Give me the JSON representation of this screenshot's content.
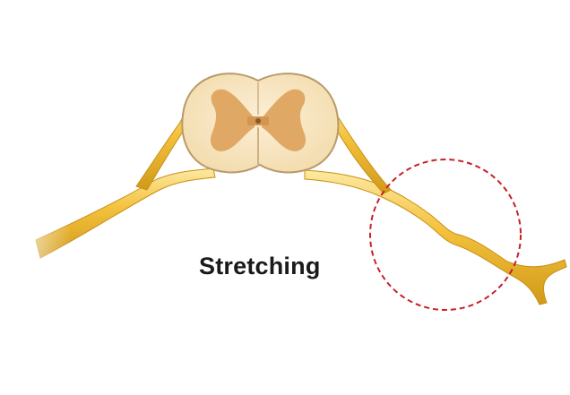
{
  "caption": "Stretching",
  "colors": {
    "nerve": "#f0bd34",
    "nerve_light": "#fbe08a",
    "nerve_dark": "#c98f14",
    "cord_outer": "#f8e6c2",
    "cord_outline": "#b89a6a",
    "gray_matter": "#dda15a",
    "highlight_circle": "#c8202a"
  },
  "icons": {
    "spinal_cord": "spinal-cord-cross-section",
    "stretch_region": "dashed-circle-highlight"
  }
}
